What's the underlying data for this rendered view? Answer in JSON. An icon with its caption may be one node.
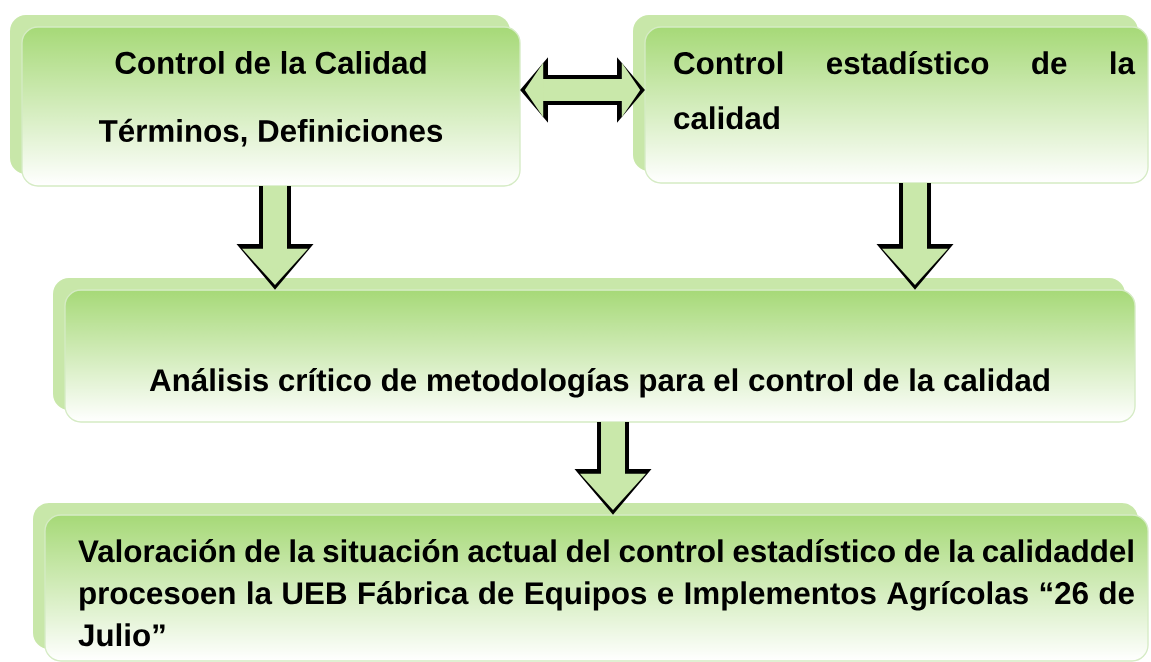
{
  "diagram": {
    "nodes": [
      {
        "text": [
          "Control de la Calidad",
          "Términos, Definiciones"
        ]
      },
      {
        "text": [
          "Control estadístico de la calidad"
        ]
      },
      {
        "text": [
          "Análisis crítico de metodologías para el control de la calidad"
        ]
      },
      {
        "text": [
          "Valoración de la situación actual del control estadístico de la calidaddel procesoen la UEB Fábrica de Equipos e Implementos Agrícolas “26 de Julio”"
        ]
      }
    ],
    "edges": [
      {
        "from": 0,
        "to": 1,
        "arrow": "both"
      },
      {
        "from": 0,
        "to": 2,
        "arrow": "to"
      },
      {
        "from": 1,
        "to": 2,
        "arrow": "to"
      },
      {
        "from": 2,
        "to": 3,
        "arrow": "to"
      }
    ]
  }
}
